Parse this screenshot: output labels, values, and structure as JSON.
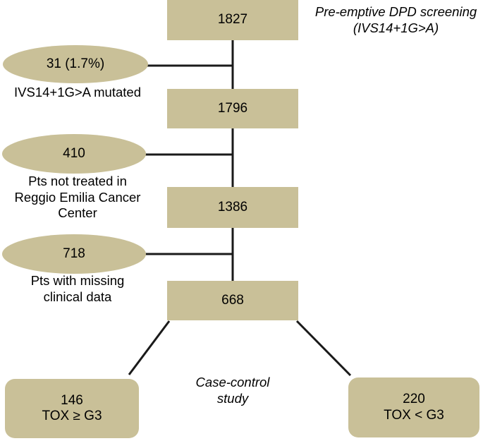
{
  "chart_data": {
    "type": "diagram",
    "title": "Pre-emptive DPD screening study flow (CONSORT-style flowchart)",
    "orientation": "top-to-bottom",
    "accent_color": "#c9c098",
    "line_color": "#1a1a1a",
    "text_color": "#000000",
    "background": "#ffffff",
    "nodes": [
      {
        "id": "n1",
        "shape": "rect",
        "value": "1827",
        "label": "1827"
      },
      {
        "id": "n2",
        "shape": "rect",
        "value": "1796",
        "label": "1796"
      },
      {
        "id": "n3",
        "shape": "rect",
        "value": "1386",
        "label": "1386"
      },
      {
        "id": "n4",
        "shape": "rect",
        "value": "668",
        "label": "668"
      },
      {
        "id": "e1",
        "shape": "ellipse",
        "value": "31",
        "label": "31 (1.7%)",
        "percent": "1.7%",
        "caption": "IVS14+1G>A mutated"
      },
      {
        "id": "e2",
        "shape": "ellipse",
        "value": "410",
        "label": "410",
        "caption": "Pts not treated in\nReggio Emilia Cancer\nCenter"
      },
      {
        "id": "e3",
        "shape": "ellipse",
        "value": "718",
        "label": "718",
        "caption": "Pts with missing\nclinical data"
      },
      {
        "id": "b1",
        "shape": "rounded-rect",
        "value": "146",
        "label": "146\nTOX ≥ G3"
      },
      {
        "id": "b2",
        "shape": "rounded-rect",
        "value": "220",
        "label": "220\nTOX < G3"
      }
    ],
    "annotations": [
      {
        "id": "a1",
        "text": "Pre-emptive DPD screening\n(IVS14+1G>A)",
        "style": "italic",
        "position": "top-right"
      },
      {
        "id": "a2",
        "text": "Case-control\nstudy",
        "style": "italic",
        "position": "bottom-center"
      }
    ],
    "edges": [
      {
        "from": "n1",
        "to": "n2",
        "type": "vertical"
      },
      {
        "from": "e1",
        "to": "n1-n2",
        "type": "horizontal-exclusion"
      },
      {
        "from": "n2",
        "to": "n3",
        "type": "vertical"
      },
      {
        "from": "e2",
        "to": "n2-n3",
        "type": "horizontal-exclusion"
      },
      {
        "from": "n3",
        "to": "n4",
        "type": "vertical"
      },
      {
        "from": "e3",
        "to": "n3-n4",
        "type": "horizontal-exclusion"
      },
      {
        "from": "n4",
        "to": "b1",
        "type": "diagonal"
      },
      {
        "from": "n4",
        "to": "b2",
        "type": "diagonal"
      }
    ]
  },
  "flow": {
    "boxes": {
      "total_screened": "1827",
      "after_mutation_exclusion": "1796",
      "after_center_exclusion": "1386",
      "final_cohort": "668"
    },
    "exclusions": [
      {
        "count_label": "31 (1.7%)",
        "caption": "IVS14+1G>A mutated"
      },
      {
        "count_label": "410",
        "caption": "Pts not treated in\nReggio Emilia Cancer\nCenter"
      },
      {
        "count_label": "718",
        "caption": "Pts with missing\nclinical data"
      }
    ],
    "outcomes": [
      {
        "label": "146\nTOX ≥ G3"
      },
      {
        "label": "220\nTOX < G3"
      }
    ],
    "annotations": {
      "screening": "Pre-emptive DPD screening\n(IVS14+1G>A)",
      "case_control": "Case-control\nstudy"
    }
  }
}
